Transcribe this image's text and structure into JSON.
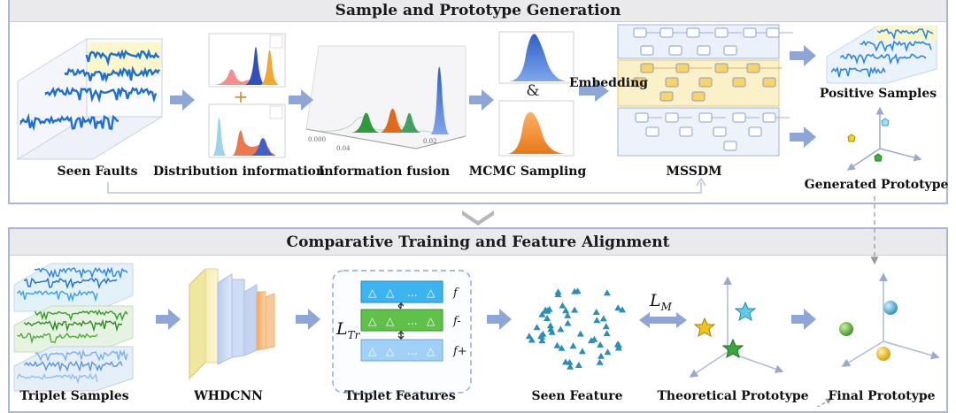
{
  "top": {
    "title": "Sample and  Prototype Generation",
    "labels": {
      "seen_faults": "Seen Faults",
      "distribution": "Distribution information",
      "fusion": "Information fusion",
      "mcmc": "MCMC Sampling",
      "mssdm": "MSSDM",
      "positive": "Positive Samples",
      "generated": "Generated Prototype"
    },
    "embedding": "Embedding",
    "ampersand": "&",
    "plus": "+"
  },
  "bottom": {
    "title": "Comparative Training and Feature Alignment",
    "labels": {
      "triplet_samples": "Triplet Samples",
      "whdcnn": "WHDCNN",
      "triplet_features": "Triplet Features",
      "seen_feature": "Seen Feature",
      "theoretical": "Theoretical  Prototype",
      "final": "Final Prototype"
    },
    "ltr": "L",
    "ltr_sub": "Tr",
    "lm": "L",
    "lm_sub": "M",
    "feat_f": "f",
    "feat_fm": "f-",
    "feat_fp": "f+",
    "dots": "...",
    "tri": "△"
  },
  "colors": {
    "frame": "#a9b6d9",
    "arrow": "#8ea6d6",
    "signal": "#1f6fd1",
    "green": "#4fae3a",
    "orange": "#f08a1e"
  }
}
